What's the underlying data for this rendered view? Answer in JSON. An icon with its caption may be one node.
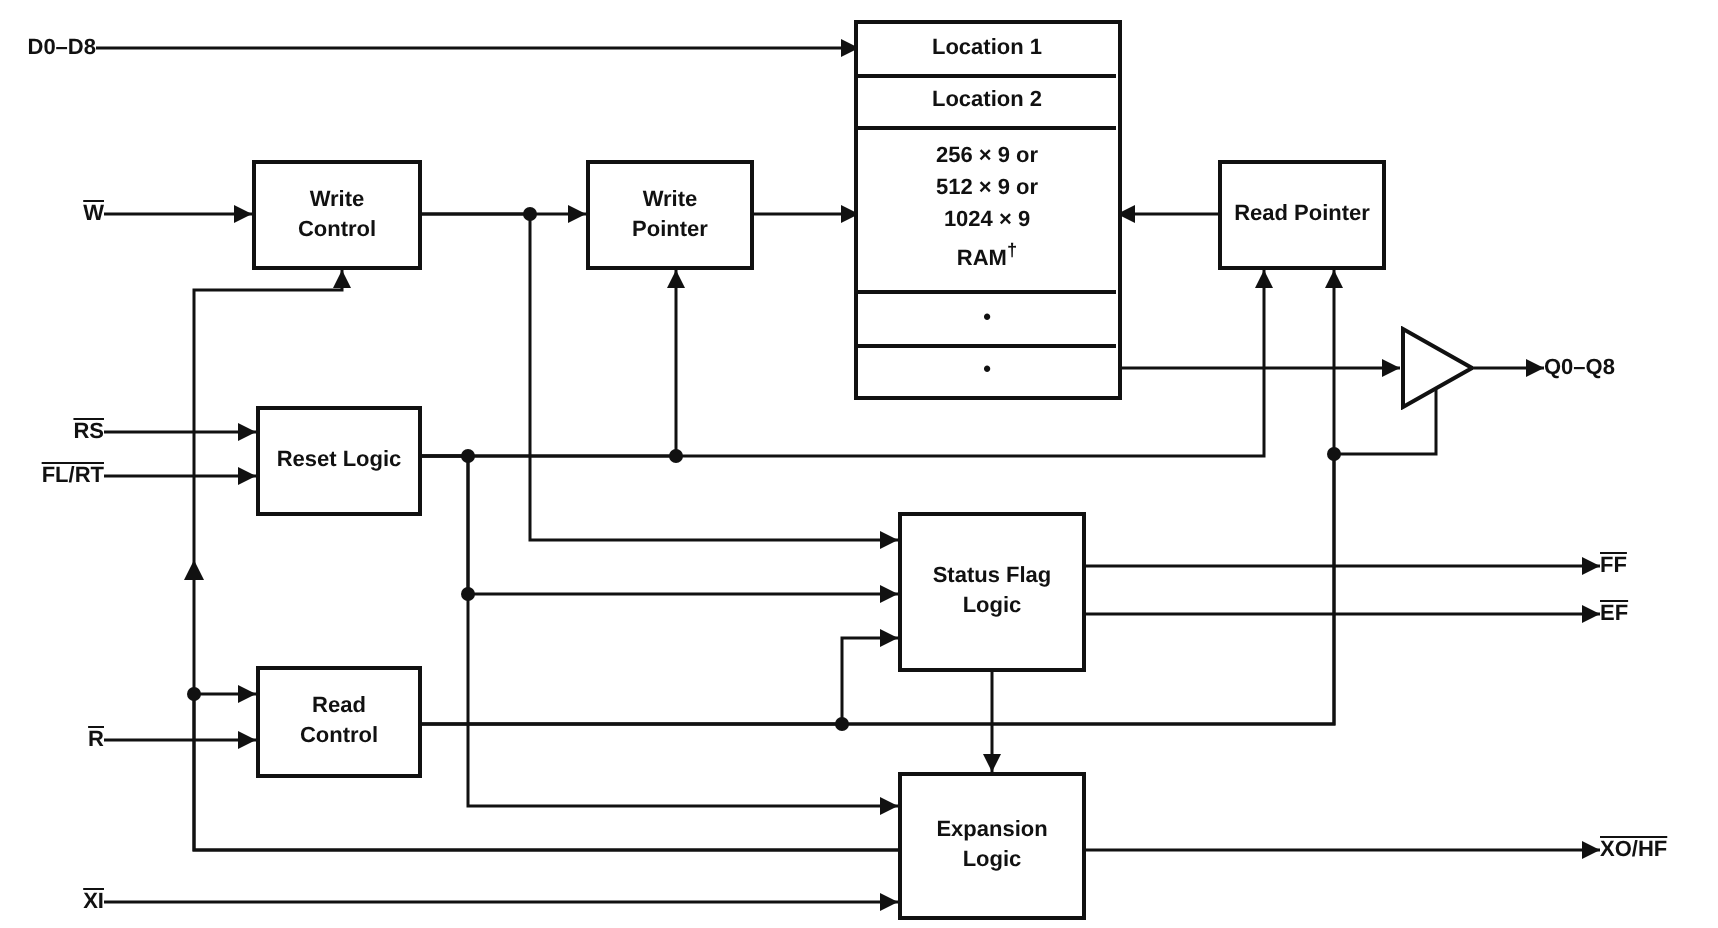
{
  "diagram": {
    "nodes": [
      {
        "text": [
          "D0–D8"
        ]
      },
      {
        "text": [],
        "shape": "box"
      },
      {
        "text": [
          "Location 1"
        ],
        "in": 1
      },
      {
        "text": [
          "Location 2"
        ],
        "in": 1
      },
      {
        "text": [
          "256 × 9 or 512 × 9 or 1024 × 9 RAM$^{†}$"
        ],
        "in": 1
      },
      {
        "text": [
          "•"
        ],
        "in": 1
      },
      {
        "text": [
          "•"
        ],
        "in": 1
      },
      {
        "text": [
          "W"
        ]
      },
      {
        "text": [
          "Write Control"
        ]
      },
      {
        "text": [
          "Write Pointer"
        ]
      },
      {
        "text": [
          "Read Pointer"
        ]
      },
      {
        "text": [],
        "shape": "triangle"
      },
      {
        "text": [
          "Q0–Q8"
        ]
      },
      {
        "text": [
          "RS"
        ]
      },
      {
        "text": [
          "FL/RT"
        ]
      },
      {
        "text": [
          "Reset Logic"
        ]
      },
      {
        "text": [
          "Status Flag Logic"
        ]
      },
      {
        "text": [
          "FF"
        ]
      },
      {
        "text": [
          "EF"
        ]
      },
      {
        "text": [
          "Read Control"
        ]
      },
      {
        "text": [
          "R"
        ]
      },
      {
        "text": [
          "Expansion Logic"
        ]
      },
      {
        "text": [
          "XO/HF"
        ]
      },
      {
        "text": [
          "XI"
        ]
      }
    ],
    "edges": [
      {
        "from": 0,
        "to": 2,
        "arrow": "to"
      },
      {
        "from": 7,
        "to": 8,
        "arrow": "to"
      },
      {
        "from": 8,
        "to": 9,
        "arrow": "to"
      },
      {
        "from": 8,
        "to": 16,
        "arrow": "to"
      },
      {
        "from": 9,
        "to": 4,
        "arrow": "to"
      },
      {
        "from": 10,
        "to": 4,
        "arrow": "to"
      },
      {
        "from": 1,
        "to": 11,
        "arrow": "to"
      },
      {
        "from": 11,
        "to": 12,
        "arrow": "to"
      },
      {
        "from": 13,
        "to": 15,
        "arrow": "to"
      },
      {
        "from": 14,
        "to": 15,
        "arrow": "to"
      },
      {
        "from": 15,
        "to": 9,
        "arrow": "to"
      },
      {
        "from": 15,
        "to": 10,
        "arrow": "to"
      },
      {
        "from": 15,
        "to": 16,
        "arrow": "to"
      },
      {
        "from": 15,
        "to": 21,
        "arrow": "to"
      },
      {
        "from": 19,
        "to": 16,
        "arrow": "to"
      },
      {
        "from": 19,
        "to": 10,
        "arrow": "to"
      },
      {
        "from": 19,
        "to": 11,
        "arrow": "none"
      },
      {
        "from": 21,
        "to": 8,
        "arrow": "to"
      },
      {
        "from": 21,
        "to": 19,
        "arrow": "to"
      },
      {
        "from": 20,
        "to": 19,
        "arrow": "to"
      },
      {
        "from": 23,
        "to": 21,
        "arrow": "to"
      },
      {
        "from": 16,
        "to": 17,
        "arrow": "to"
      },
      {
        "from": 16,
        "to": 18,
        "arrow": "to"
      },
      {
        "from": 16,
        "to": 21,
        "arrow": "to"
      },
      {
        "from": 21,
        "to": 22,
        "arrow": "to"
      }
    ]
  }
}
